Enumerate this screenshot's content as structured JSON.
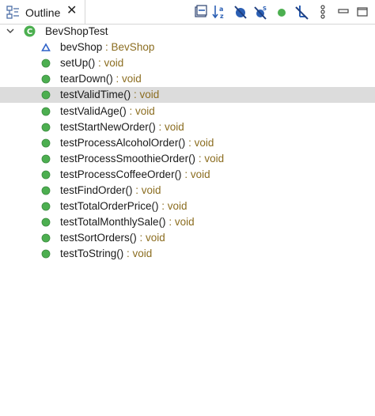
{
  "tab": {
    "title": "Outline",
    "close_glyph": "✕"
  },
  "toolbar": {
    "buttons": [
      {
        "icon": "collapse-all-icon"
      },
      {
        "icon": "sort-alphabetically-icon"
      },
      {
        "icon": "hide-fields-icon"
      },
      {
        "icon": "hide-static-members-icon",
        "badge": "S"
      },
      {
        "icon": "hide-non-public-members-icon"
      },
      {
        "icon": "hide-local-types-icon"
      },
      {
        "icon": "view-menu-icon"
      },
      {
        "icon": "minimize-icon"
      },
      {
        "icon": "maximize-icon"
      }
    ]
  },
  "tree": {
    "root": {
      "name": "BevShopTest",
      "icon": "class-icon",
      "class_badge": "C"
    },
    "items": [
      {
        "name": "bevShop",
        "type": " : BevShop",
        "icon": "field-icon",
        "selected": false
      },
      {
        "name": "setUp()",
        "type": " : void",
        "icon": "public-method-icon",
        "selected": false
      },
      {
        "name": "tearDown()",
        "type": " : void",
        "icon": "public-method-icon",
        "selected": false
      },
      {
        "name": "testValidTime()",
        "type": " : void",
        "icon": "public-method-icon",
        "selected": true
      },
      {
        "name": "testValidAge()",
        "type": " : void",
        "icon": "public-method-icon",
        "selected": false
      },
      {
        "name": "testStartNewOrder()",
        "type": " : void",
        "icon": "public-method-icon",
        "selected": false
      },
      {
        "name": "testProcessAlcoholOrder()",
        "type": " : void",
        "icon": "public-method-icon",
        "selected": false
      },
      {
        "name": "testProcessSmoothieOrder()",
        "type": " : void",
        "icon": "public-method-icon",
        "selected": false
      },
      {
        "name": "testProcessCoffeeOrder()",
        "type": " : void",
        "icon": "public-method-icon",
        "selected": false
      },
      {
        "name": "testFindOrder()",
        "type": " : void",
        "icon": "public-method-icon",
        "selected": false
      },
      {
        "name": "testTotalOrderPrice()",
        "type": " : void",
        "icon": "public-method-icon",
        "selected": false
      },
      {
        "name": "testTotalMonthlySale()",
        "type": " : void",
        "icon": "public-method-icon",
        "selected": false
      },
      {
        "name": "testSortOrders()",
        "type": " : void",
        "icon": "public-method-icon",
        "selected": false
      },
      {
        "name": "testToString()",
        "type": " : void",
        "icon": "public-method-icon",
        "selected": false
      }
    ]
  },
  "colors": {
    "method_green": "#4caf50",
    "field_blue": "#2f62c9",
    "type_text": "#8b6d20",
    "selection": "#dcdcdc",
    "toolbar_blue": "#2b5fb4"
  }
}
